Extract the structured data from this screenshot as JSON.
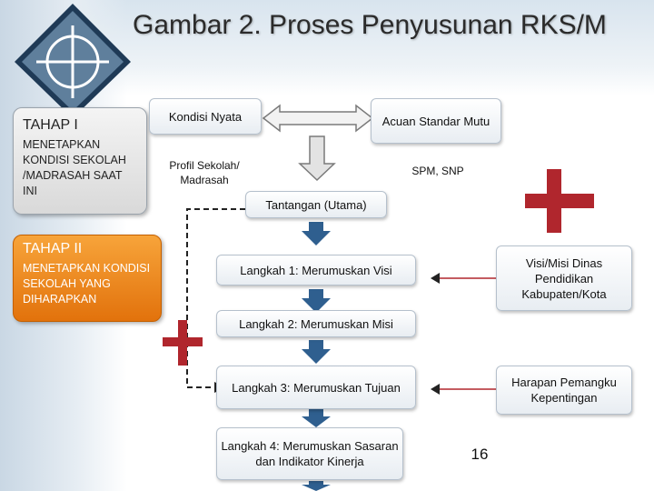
{
  "title": "Gambar 2.  Proses Penyusunan RKS/M",
  "tahap1": {
    "heading": "TAHAP I",
    "body": "MENETAPKAN KONDISI SEKOLAH /MADRASAH SAAT INI"
  },
  "tahap2": {
    "heading": "TAHAP II",
    "body": "MENETAPKAN KONDISI SEKOLAH YANG DIHARAPKAN"
  },
  "nodes": {
    "kondisi_nyata": "Kondisi Nyata",
    "acuan_standar": "Acuan Standar Mutu",
    "profil_sekolah": "Profil Sekolah/ Madrasah",
    "spm_snp": "SPM, SNP",
    "tantangan": "Tantangan (Utama)",
    "langkah1": "Langkah 1: Merumuskan Visi",
    "langkah2": "Langkah 2: Merumuskan Misi",
    "langkah3": "Langkah 3: Merumuskan Tujuan",
    "langkah4": "Langkah 4: Merumuskan Sasaran dan Indikator Kinerja",
    "visi_misi_dinas": "Visi/Misi Dinas Pendidikan Kabupaten/Kota",
    "harapan": "Harapan Pemangku Kepentingan"
  },
  "page_number": "16",
  "colors": {
    "accent_orange": "#e2720c",
    "arrow_blue": "#2f5f8f",
    "cross_red": "#b0262d",
    "title_text": "#2b2b2b"
  },
  "icons": [
    "compass-logo-icon",
    "plus-cross-icon",
    "down-arrow-icon",
    "double-arrow-icon"
  ]
}
